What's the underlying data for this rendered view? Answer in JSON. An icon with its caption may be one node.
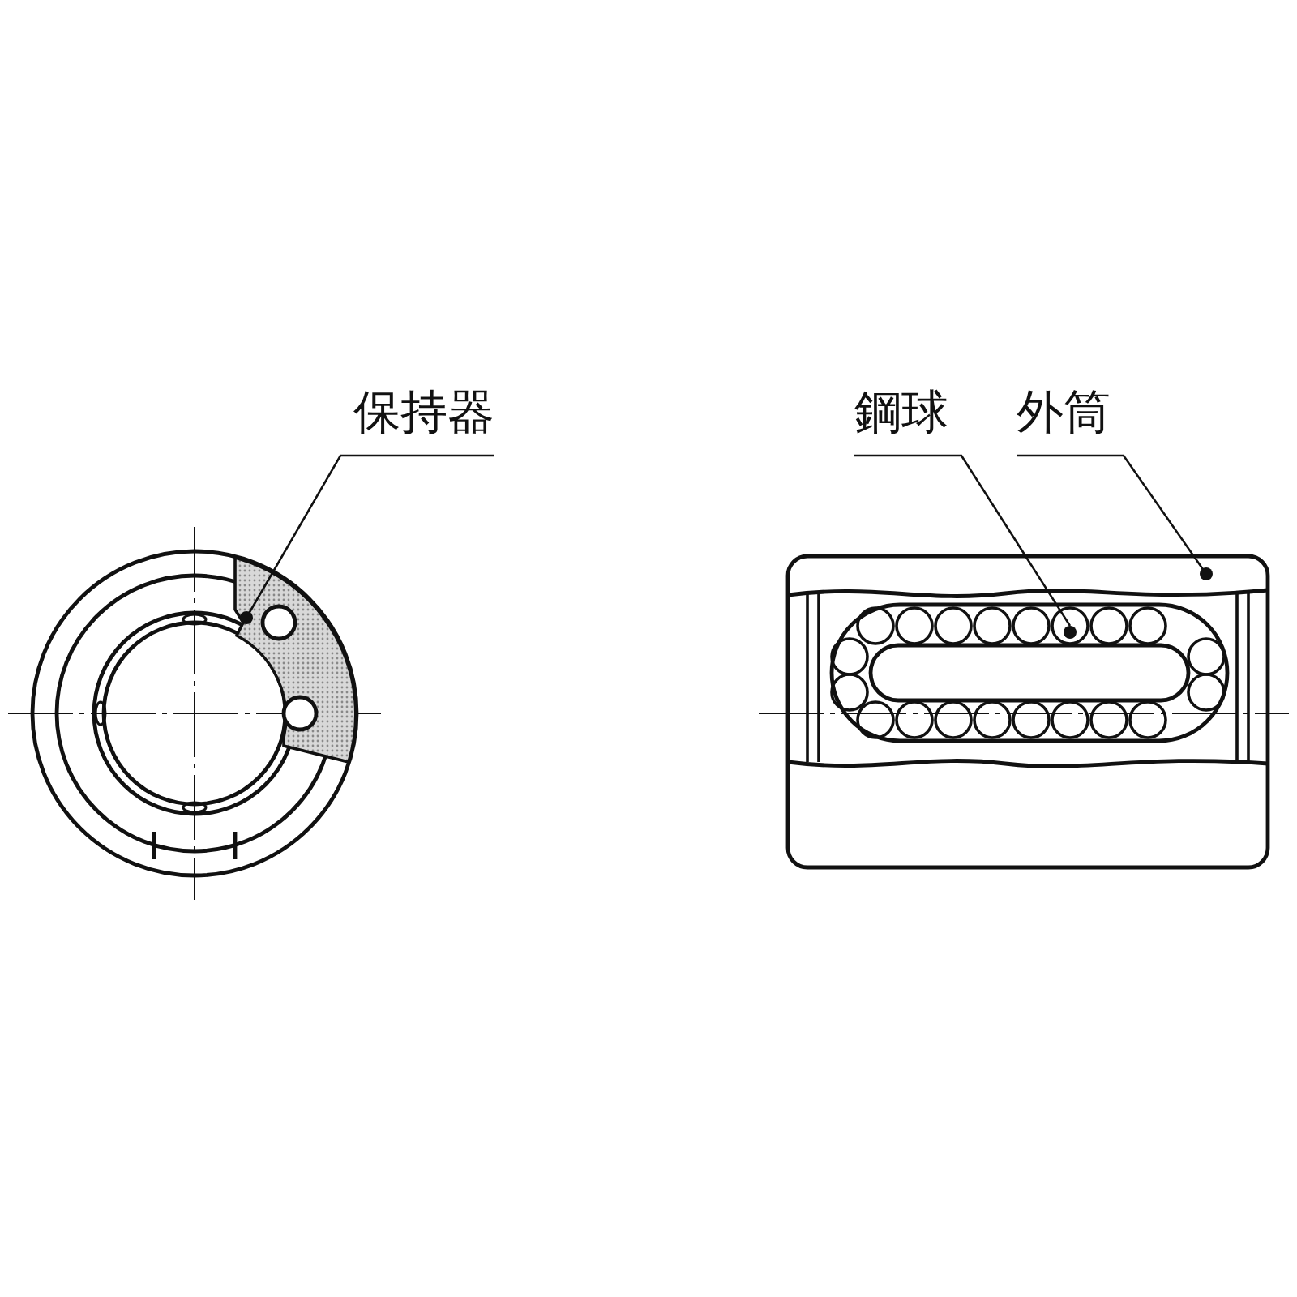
{
  "diagram": {
    "nodes": [
      {
        "text": [
          "保持器"
        ]
      },
      {
        "text": [
          "鋼球"
        ]
      },
      {
        "text": [
          "外筒"
        ]
      },
      {
        "text": [],
        "shape": "picture"
      },
      {
        "text": [],
        "shape": "picture",
        "in": 5
      },
      {
        "text": [],
        "shape": "picture"
      }
    ],
    "edges": [
      {
        "from": 0,
        "to": 3,
        "arrow": "other"
      },
      {
        "from": 1,
        "to": 4,
        "arrow": "other"
      },
      {
        "from": 2,
        "to": 5,
        "arrow": "other"
      }
    ]
  }
}
